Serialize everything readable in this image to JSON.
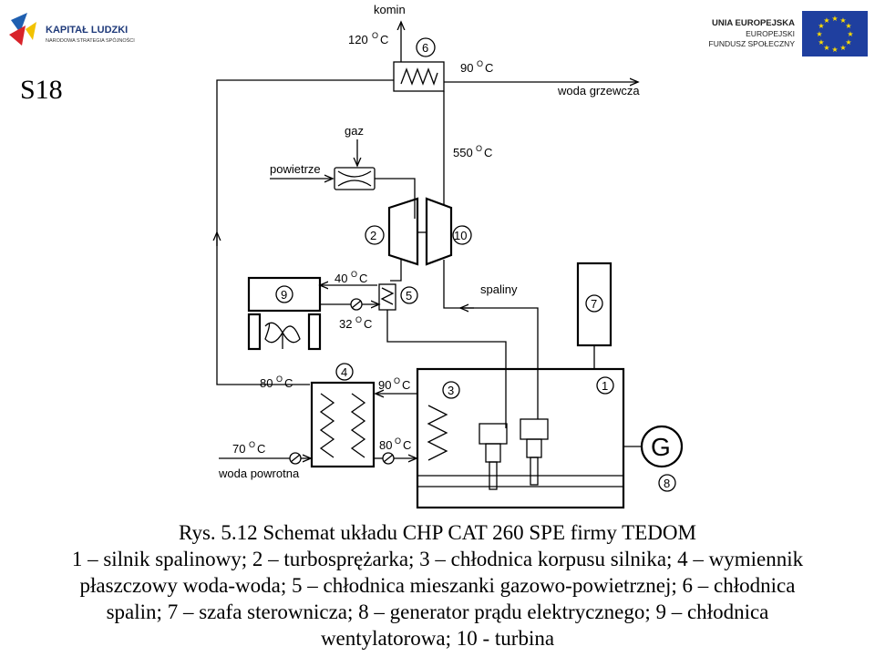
{
  "logos": {
    "left_name": "KAPITAŁ LUDZKI",
    "left_sub": "NARODOWA STRATEGIA SPÓJNOŚCI",
    "right_line1": "UNIA EUROPEJSKA",
    "right_line2": "EUROPEJSKI",
    "right_line3": "FUNDUSZ SPOŁECZNY",
    "eu_star_color": "#ffdd00",
    "eu_flag_color": "#1f3f9f"
  },
  "slide_label": "S18",
  "diagram": {
    "labels": {
      "komin": "komin",
      "woda_grzewcza": "woda grzewcza",
      "gaz": "gaz",
      "powietrze": "powietrze",
      "spaliny": "spaliny",
      "woda_powrotna": "woda powrotna",
      "generator": "G"
    },
    "temperatures": {
      "t120": "120",
      "t90_top": "90",
      "t550": "550",
      "t40": "40",
      "t32": "32",
      "t80_left": "80",
      "t90_mid": "90",
      "t70": "70",
      "t80_mid": "80",
      "deg": "O",
      "unit": "C"
    },
    "components": [
      "1",
      "2",
      "3",
      "4",
      "5",
      "6",
      "7",
      "8",
      "9",
      "10"
    ]
  },
  "caption": {
    "line1": "Rys. 5.12 Schemat układu CHP CAT 260 SPE firmy TEDOM",
    "line2": "1 – silnik spalinowy; 2 – turbosprężarka; 3 – chłodnica korpusu silnika; 4 – wymiennik",
    "line3": "płaszczowy woda-woda; 5 – chłodnica mieszanki gazowo-powietrznej; 6 – chłodnica",
    "line4": "spalin; 7 – szafa sterownicza; 8 – generator prądu elektrycznego; 9 – chłodnica",
    "line5": "wentylatorowa; 10 - turbina"
  }
}
